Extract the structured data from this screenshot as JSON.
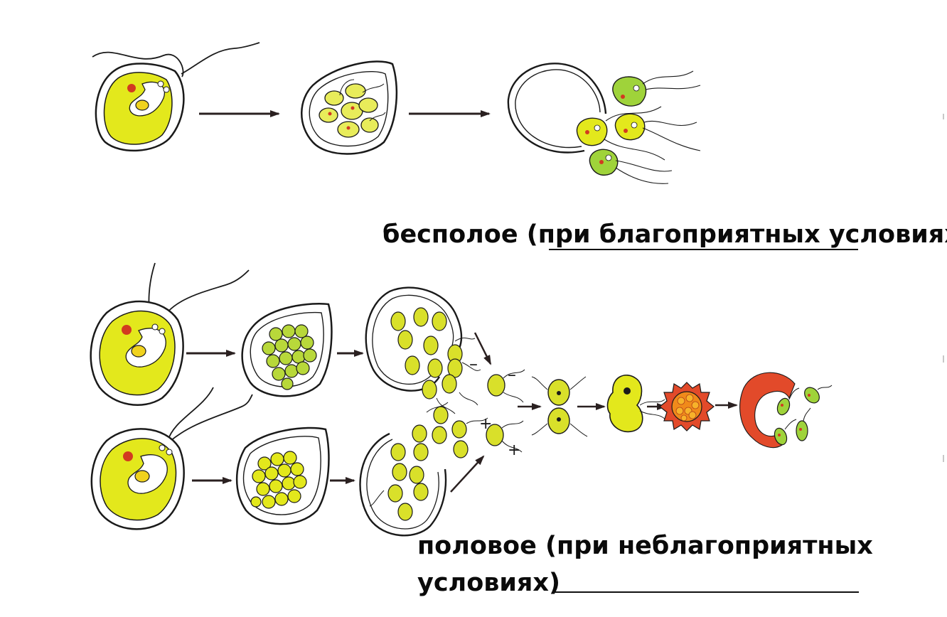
{
  "labels": {
    "asexual": "бесполое (при благоприятных условиях)",
    "sexual_line1": "половое (при неблагоприятных",
    "sexual_line2": "условиях)"
  },
  "signs": {
    "minus": "–",
    "plus": "+"
  },
  "colors": {
    "outline": "#1a1a1a",
    "cytoplasm": "#e3e81c",
    "cytoplasm_light": "#eef27e",
    "zoospore_green": "#9fd33a",
    "gamete": "#d9e02a",
    "stigma": "#d23a20",
    "pyrenoid": "#f0d21e",
    "zygote_red": "#e24a2a",
    "zygote_inner": "#f08a1a",
    "arrow": "#2a2020"
  }
}
